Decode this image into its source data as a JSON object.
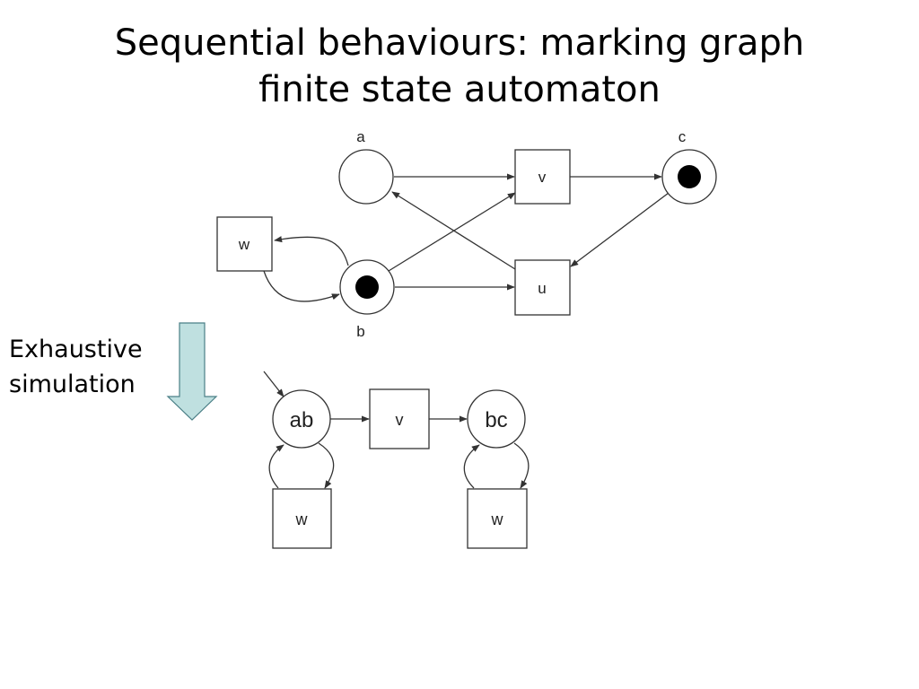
{
  "slide": {
    "title_line1": "Sequential behaviours: marking graph",
    "title_line2": "finite state automaton",
    "side_label_line1": "Exhaustive",
    "side_label_line2": "simulation"
  },
  "petri_net": {
    "places": [
      {
        "id": "a",
        "label": "a",
        "token": false
      },
      {
        "id": "b",
        "label": "b",
        "token": true
      },
      {
        "id": "c",
        "label": "c",
        "token": true
      }
    ],
    "transitions": [
      {
        "id": "v",
        "label": "v"
      },
      {
        "id": "u",
        "label": "u"
      },
      {
        "id": "w",
        "label": "w"
      }
    ],
    "arcs": [
      [
        "a",
        "v"
      ],
      [
        "v",
        "c"
      ],
      [
        "b",
        "v"
      ],
      [
        "c",
        "u"
      ],
      [
        "b",
        "u"
      ],
      [
        "u",
        "a"
      ],
      [
        "b",
        "w"
      ],
      [
        "w",
        "b"
      ]
    ]
  },
  "automaton": {
    "states": [
      {
        "id": "ab",
        "label": "ab",
        "initial": true
      },
      {
        "id": "bc",
        "label": "bc",
        "initial": false
      }
    ],
    "transitions": [
      {
        "id": "v",
        "label": "v",
        "from": "ab",
        "to": "bc"
      },
      {
        "id": "w1",
        "label": "w",
        "from": "ab",
        "to": "ab"
      },
      {
        "id": "w2",
        "label": "w",
        "from": "bc",
        "to": "bc"
      }
    ]
  },
  "colors": {
    "arrow_fill": "#bfe0e0",
    "arrow_stroke": "#4a7f86",
    "line": "#333333",
    "token": "#000000"
  }
}
